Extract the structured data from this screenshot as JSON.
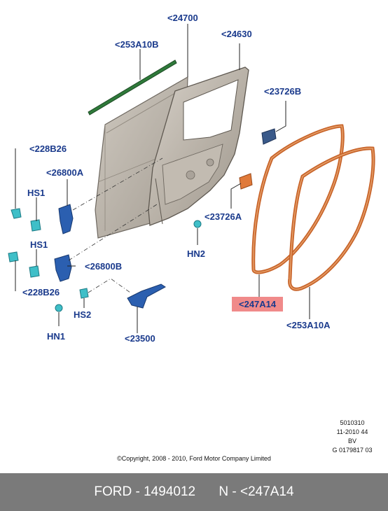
{
  "labels": {
    "p24700": "<24700",
    "p24630": "<24630",
    "p253A10B": "<253A10B",
    "p23726B": "<23726B",
    "p228B26_top": "<228B26",
    "p26800A": "<26800A",
    "hs1_top": "HS1",
    "hs1_bottom": "HS1",
    "p23726A": "<23726A",
    "hn2_right": "HN2",
    "p26800B": "<26800B",
    "p228B26_bottom": "<228B26",
    "hs2": "HS2",
    "p247A14": "<247A14",
    "hn1": "HN1",
    "p23500": "<23500",
    "p253A10A": "<253A10A"
  },
  "meta": {
    "line1": "5010310",
    "line2": "11-2010 44",
    "line3": "BV",
    "line4": "G 0179817 03"
  },
  "copyright": "©Copyright, 2008 - 2010, Ford Motor Company Limited",
  "footer": {
    "brand_part": "FORD - 1494012",
    "ref": "N - <247A14"
  },
  "colors": {
    "label": "#1a3a8c",
    "highlight": "#f08a8a",
    "seal": "#c8642a",
    "clip": "#3fbfc8",
    "hinge": "#2b5fb0",
    "footer_bg": "#7a7a7a"
  }
}
